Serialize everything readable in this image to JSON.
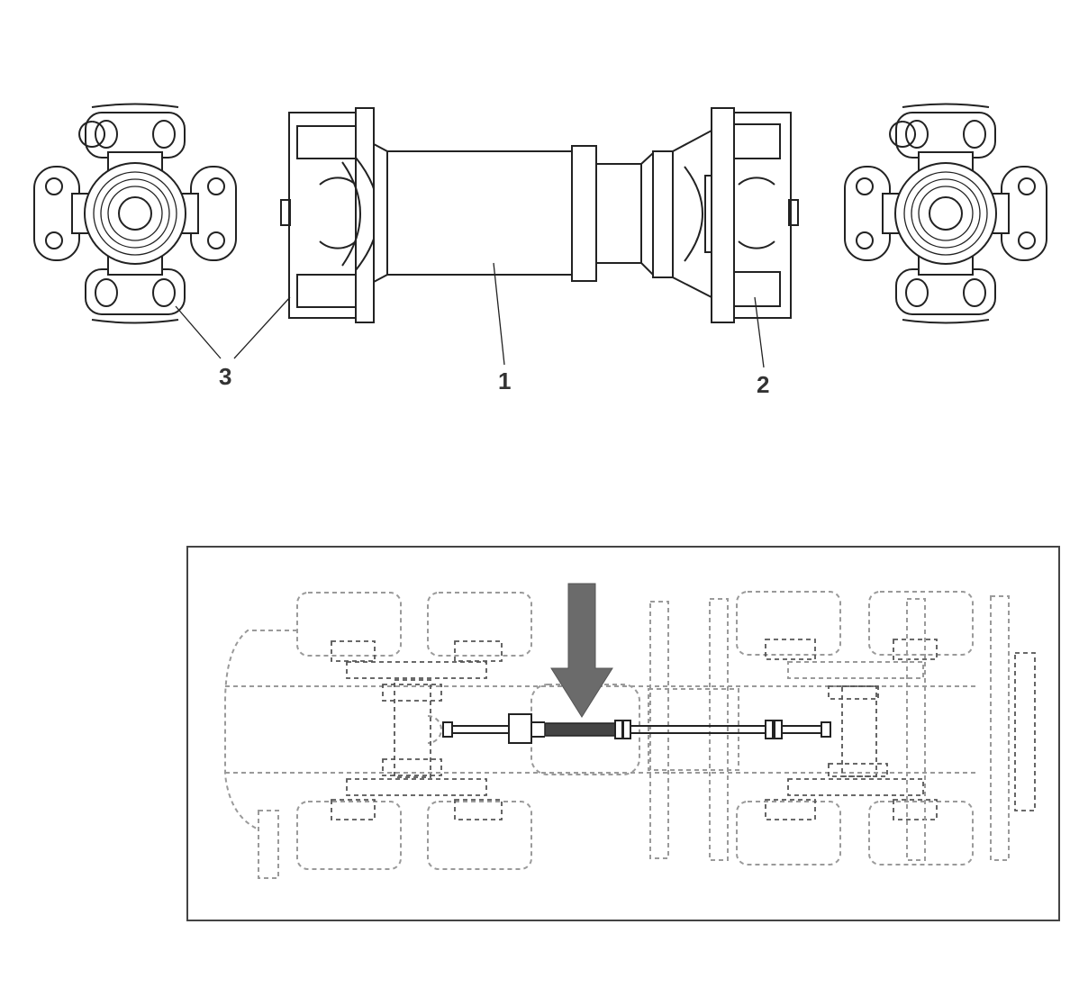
{
  "diagram": {
    "callouts": [
      {
        "id": "callout-1",
        "label": "1"
      },
      {
        "id": "callout-2",
        "label": "2"
      },
      {
        "id": "callout-3",
        "label": "3"
      }
    ],
    "colors": {
      "line": "#222222",
      "phantom": "#9a9a9a",
      "arrow": "#6b6b6b",
      "highlight_shaft": "#444444"
    },
    "inset": {
      "description_icon": "chassis-location-arrow-icon"
    }
  }
}
